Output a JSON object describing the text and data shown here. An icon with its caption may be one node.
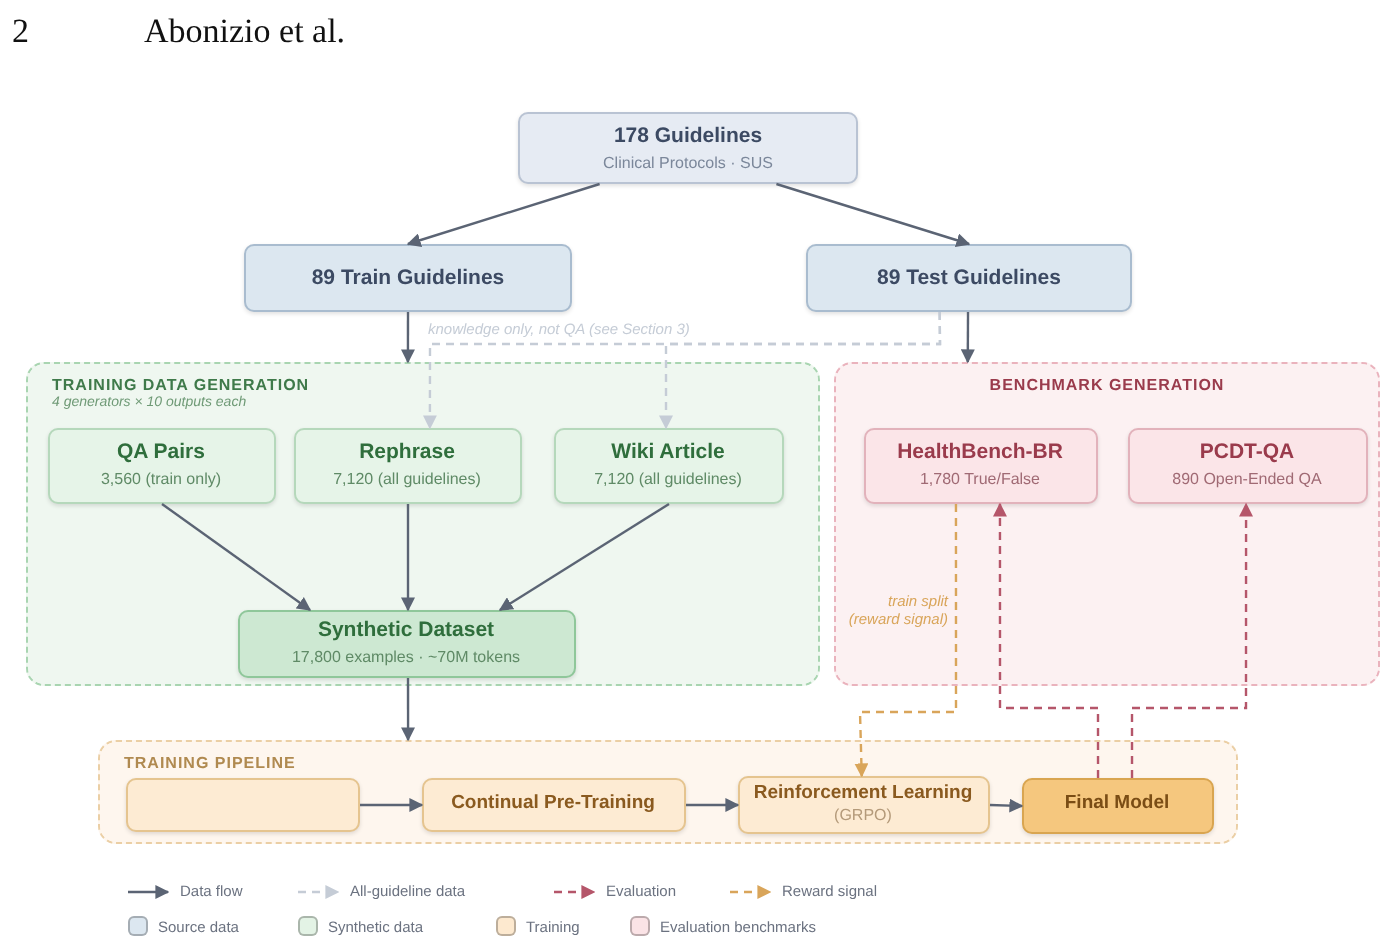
{
  "diagram": {
    "nodes": [
      {
        "text": [
          "178 Guidelines",
          "Clinical Protocols · SUS"
        ]
      },
      {
        "text": [
          "89 Train Guidelines"
        ]
      },
      {
        "text": [
          "89 Test Guidelines"
        ]
      },
      {
        "text": [
          "TRAINING DATA GENERATION",
          "4 generators × 10 outputs each"
        ]
      },
      {
        "text": [
          "QA Pairs",
          "3,560 (train only)"
        ],
        "in": 3
      },
      {
        "text": [
          "Rephrase",
          "7,120 (all guidelines)"
        ],
        "in": 3
      },
      {
        "text": [
          "Wiki Article",
          "7,120 (all guidelines)"
        ],
        "in": 3
      },
      {
        "text": [
          "Synthetic Dataset",
          "17,800 examples · ~70M tokens"
        ],
        "in": 3
      },
      {
        "text": [
          "BENCHMARK GENERATION"
        ]
      },
      {
        "text": [
          "HealthBench-BR",
          "1,780 True/False"
        ],
        "in": 8
      },
      {
        "text": [
          "PCDT-QA",
          "890 Open-Ended QA"
        ],
        "in": 8
      },
      {
        "text": [
          "TRAINING PIPELINE"
        ]
      },
      {
        "text": [],
        "shape": "box",
        "in": 11
      },
      {
        "text": [
          "Continual Pre-Training"
        ],
        "in": 11
      },
      {
        "text": [
          "Reinforcement Learning",
          "(GRPO)"
        ],
        "in": 11
      },
      {
        "text": [
          "Final Model"
        ],
        "in": 11
      }
    ],
    "edges": [
      {
        "from": 0,
        "to": 1,
        "arrow": "to"
      },
      {
        "from": 0,
        "to": 2,
        "arrow": "to"
      },
      {
        "from": 1,
        "to": 3,
        "arrow": "to"
      },
      {
        "from": 2,
        "to": 8,
        "arrow": "to"
      },
      {
        "from": 2,
        "to": 5,
        "arrow": "to",
        "style": "dashed",
        "color": "#c5ccd6",
        "label": "knowledge only, not QA (see Section 3)"
      },
      {
        "from": 2,
        "to": 6,
        "arrow": "to",
        "style": "dashed",
        "color": "#c5ccd6"
      },
      {
        "from": 4,
        "to": 7,
        "arrow": "to"
      },
      {
        "from": 5,
        "to": 7,
        "arrow": "to"
      },
      {
        "from": 6,
        "to": 7,
        "arrow": "to"
      },
      {
        "from": 7,
        "to": 11,
        "arrow": "to"
      },
      {
        "from": 12,
        "to": 13,
        "arrow": "to"
      },
      {
        "from": 13,
        "to": 14,
        "arrow": "to"
      },
      {
        "from": 14,
        "to": 15,
        "arrow": "to"
      },
      {
        "from": 9,
        "to": 14,
        "arrow": "to",
        "style": "dashed",
        "color": "#d9a55a",
        "label": "train split (reward signal)"
      },
      {
        "from": 15,
        "to": 9,
        "arrow": "to",
        "style": "dashed",
        "color": "#b5566a"
      },
      {
        "from": 15,
        "to": 10,
        "arrow": "to",
        "style": "dashed",
        "color": "#b5566a"
      }
    ],
    "labels": [
      "2",
      "Abonizio et al."
    ],
    "legend": [
      {
        "text": "Data flow"
      },
      {
        "text": "All-guideline data"
      },
      {
        "text": "Evaluation"
      },
      {
        "text": "Reward signal"
      },
      {
        "text": "Source data",
        "color": "#dce7f0"
      },
      {
        "text": "Synthetic data",
        "color": "#e3f3e5"
      },
      {
        "text": "Training",
        "color": "#fde9cf"
      },
      {
        "text": "Evaluation benchmarks",
        "color": "#fbe3e6"
      }
    ]
  }
}
